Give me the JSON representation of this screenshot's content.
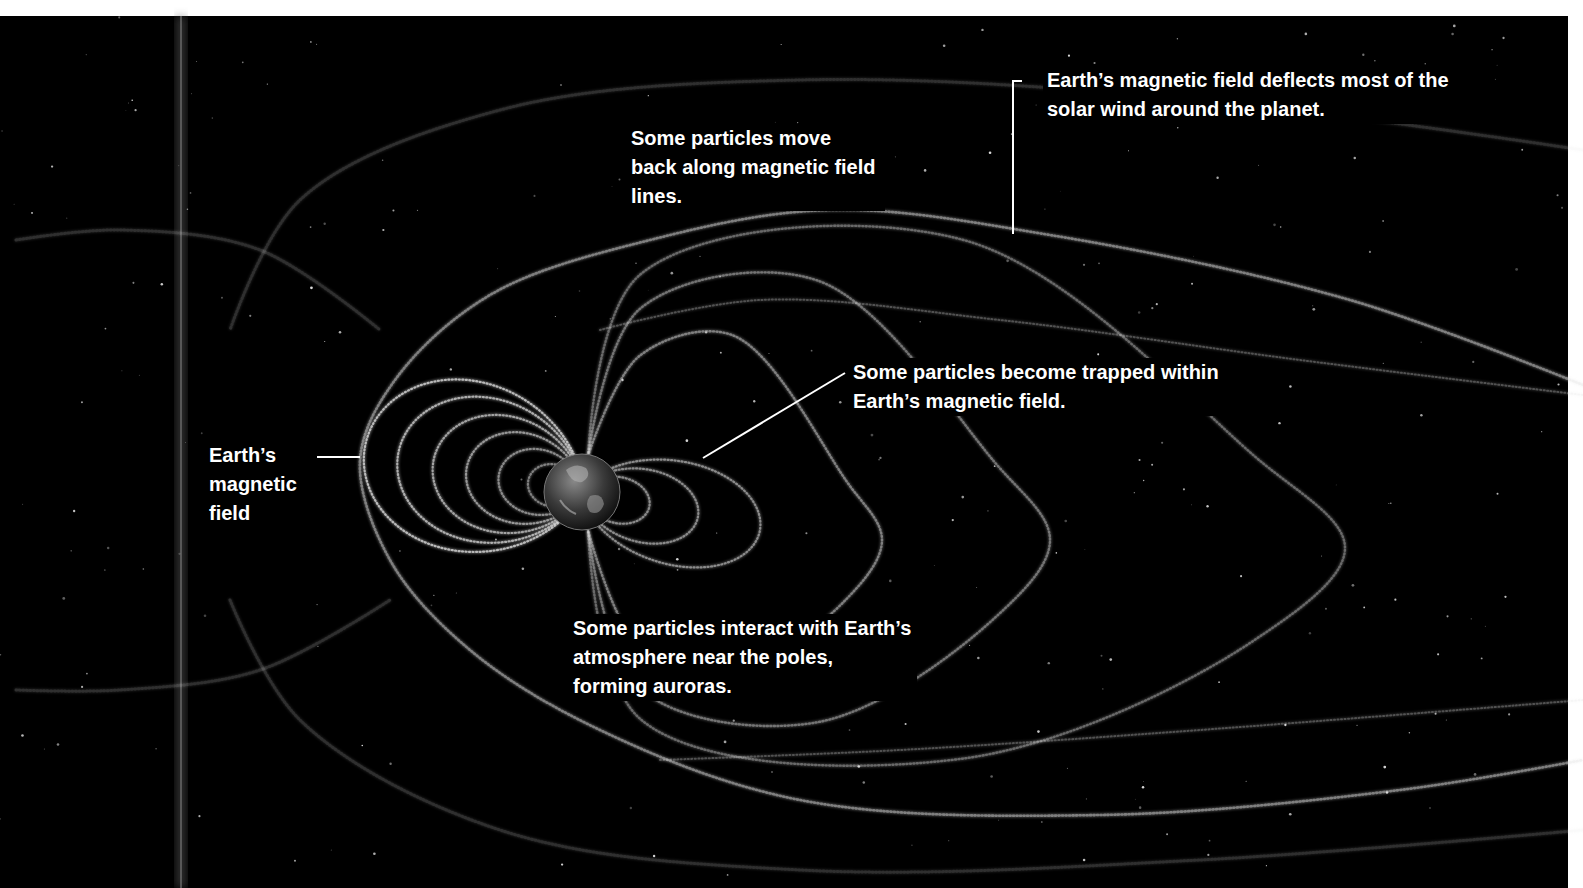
{
  "diagram": {
    "labels": [
      "Earth’s magnetic field deflects most of the solar wind around the planet.",
      "Some particles move back along magnetic field lines.",
      "Some particles become trapped within Earth’s magnetic field.",
      "Earth’s magnetic field",
      "Some particles interact with Earth’s atmosphere near the poles, forming auroras."
    ]
  }
}
